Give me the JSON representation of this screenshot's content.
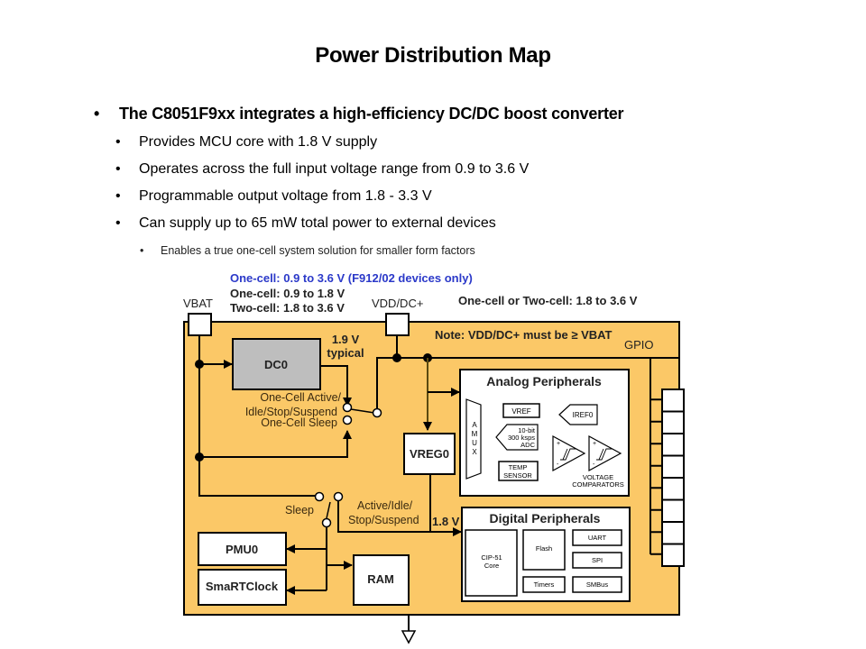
{
  "slide": {
    "title": "Power Distribution Map",
    "bullets": {
      "main": "The C8051F9xx integrates a high-efficiency DC/DC boost converter",
      "sub": [
        "Provides MCU core with 1.8 V supply",
        "Operates across the full input voltage range from 0.9 to 3.6 V",
        "Programmable output voltage from 1.8 - 3.3 V",
        "Can supply up to 65 mW total power to external devices"
      ],
      "subsub": "Enables a true one-cell system solution for smaller form factors",
      "bullet_glyph": "•"
    }
  },
  "diagram": {
    "colors": {
      "chip_fill": "#FBC867",
      "dc0_fill": "#BEBEBE",
      "highlight_text": "#2B39C9",
      "label_text": "#3a2a10"
    },
    "pins": {
      "vbat": "VBAT",
      "vdd": "VDD/DC+",
      "gpio": "GPIO",
      "gpio_count": 8
    },
    "voltage_notes": {
      "highlight": "One-cell: 0.9 to 3.6 V (F912/02 devices only)",
      "one_cell": "One-cell: 0.9 to 1.8 V",
      "two_cell": "Two-cell: 1.8 to 3.6 V",
      "vdd_range": "One-cell or Two-cell: 1.8 to 3.6 V",
      "note": "Note: VDD/DC+ must be ≥ VBAT"
    },
    "blocks": {
      "dc0": "DC0",
      "vreg0": "VREG0",
      "pmu0": "PMU0",
      "smartclock": "SmaRTClock",
      "ram": "RAM"
    },
    "labels": {
      "dc0_out_1": "1.9 V",
      "dc0_out_2": "typical",
      "onecell_active_1": "One-Cell Active/",
      "onecell_active_2": "Idle/Stop/Suspend",
      "onecell_sleep": "One-Cell Sleep",
      "sleep": "Sleep",
      "active_1": "Active/Idle/",
      "active_2": "Stop/Suspend",
      "vreg_out": "1.8 V"
    },
    "analog": {
      "title": "Analog Peripherals",
      "amux": [
        "A",
        "M",
        "U",
        "X"
      ],
      "vref": "VREF",
      "iref": "IREF0",
      "adc": [
        "10-bit",
        "300 ksps",
        "ADC"
      ],
      "temp": [
        "TEMP",
        "SENSOR"
      ],
      "comparators": [
        "VOLTAGE",
        "COMPARATORS"
      ],
      "plus": "+",
      "minus": "-"
    },
    "digital": {
      "title": "Digital Peripherals",
      "core": [
        "CIP-51",
        "Core"
      ],
      "flash": "Flash",
      "uart": "UART",
      "spi": "SPI",
      "timers": "Timers",
      "smbus": "SMBus"
    }
  }
}
